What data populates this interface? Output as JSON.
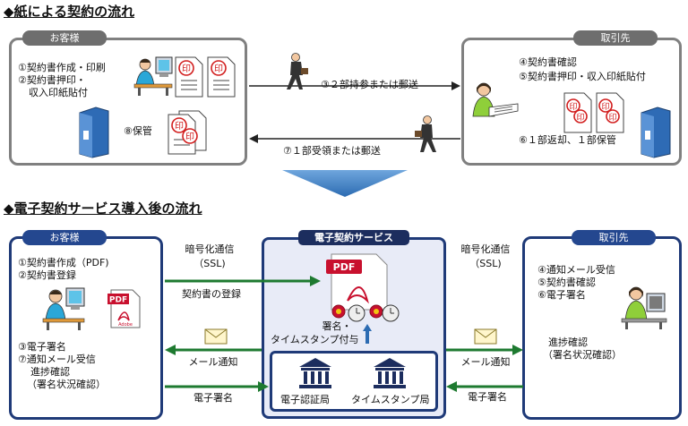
{
  "section1": {
    "heading": "◆紙による契約の流れ",
    "customer": {
      "label": "お客様",
      "step1": "①契約書作成・印刷",
      "step2a": "②契約書押印・",
      "step2b": "収入印紙貼付",
      "step8": "⑧保管"
    },
    "partner": {
      "label": "取引先",
      "step4": "④契約書確認",
      "step5": "⑤契約書押印・収入印紙貼付",
      "step6": "⑥１部返却、１部保管"
    },
    "arrow_right_label": "③２部持参または郵送",
    "arrow_left_label": "⑦１部受領または郵送",
    "stamp_char": "印"
  },
  "section2": {
    "heading": "◆電子契約サービス導入後の流れ",
    "customer": {
      "label": "お客様",
      "step1": "①契約書作成（PDF)",
      "step2": "②契約書登録",
      "step3": "③電子署名",
      "step7": "⑦通知メール受信",
      "progress1": "進捗確認",
      "progress2": "（署名状況確認）"
    },
    "service": {
      "label": "電子契約サービス",
      "pdf_label": "PDF",
      "sign1": "署名・",
      "sign2": "タイムスタンプ付与",
      "cert": "電子認証局",
      "tsa": "タイムスタンプ局"
    },
    "partner": {
      "label": "取引先",
      "step4": "④通知メール受信",
      "step5": "⑤契約書確認",
      "step6": "⑥電子署名",
      "progress1": "進捗確認",
      "progress2": "（署名状況確認）"
    },
    "left_links": {
      "enc1": "暗号化通信",
      "enc2": "（SSL)",
      "register": "契約書の登録",
      "mail": "メール通知",
      "esign": "電子署名"
    },
    "right_links": {
      "enc1": "暗号化通信",
      "enc2": "（SSL)",
      "mail": "メール通知",
      "esign": "電子署名"
    },
    "pdf_icon_text": "PDF",
    "pdf_icon_sub": "Adobe"
  },
  "colors": {
    "navy": "#1f3a78",
    "green_arrow": "#1e7a30",
    "gray_border": "#808080",
    "stamp_red": "#d21e1e",
    "flow_arrow": "#4a86c8",
    "service_bg": "#e8ebf7"
  }
}
